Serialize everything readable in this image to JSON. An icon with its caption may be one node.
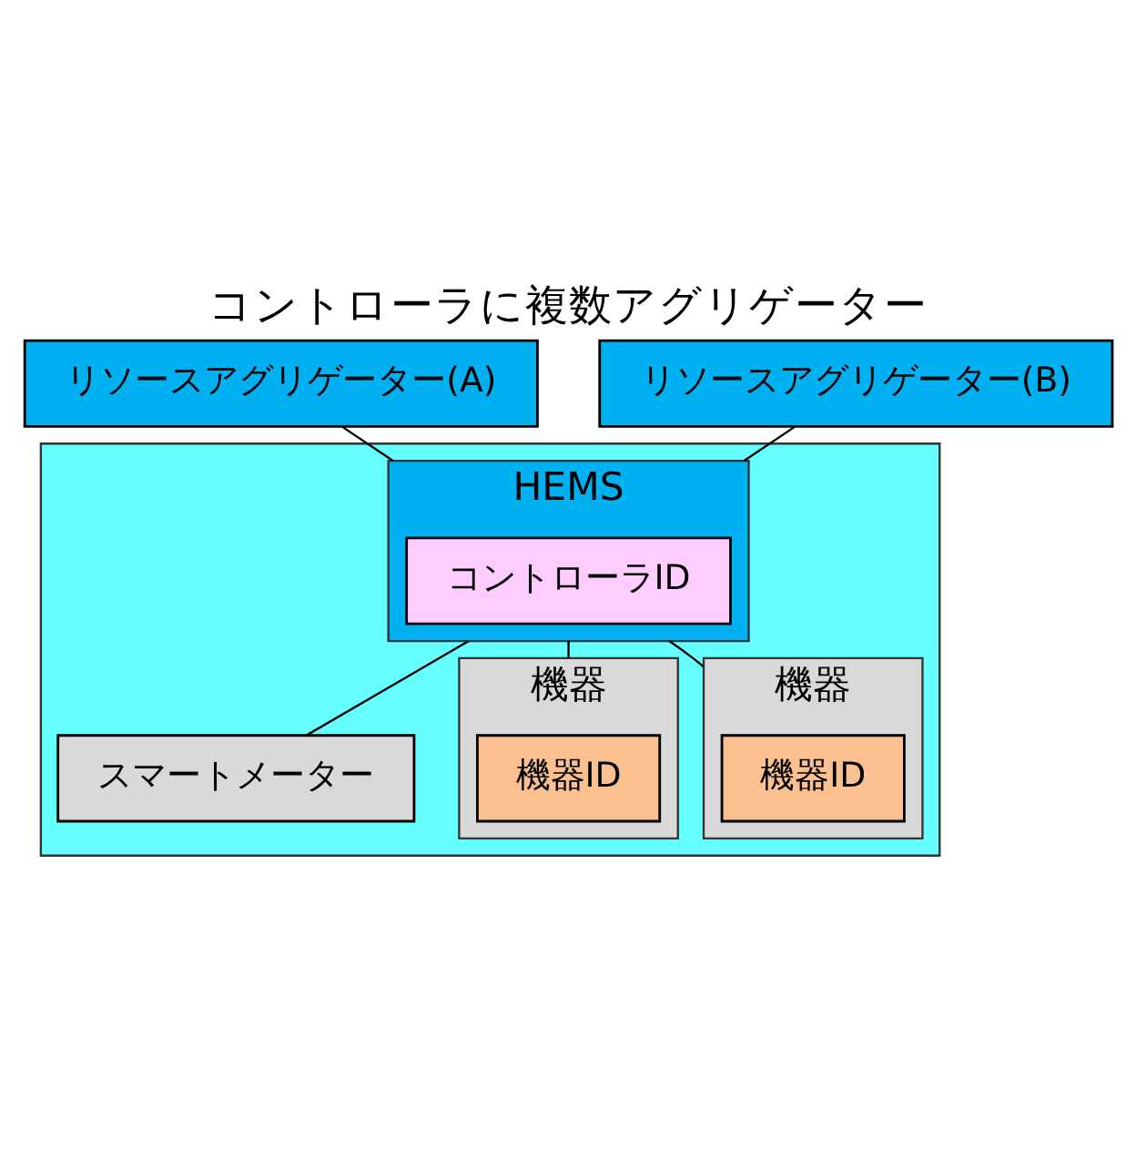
{
  "diagram": {
    "title": "コントローラに複数アグリゲーター",
    "nodes": [
      {
        "text": [
          "リソースアグリゲーター(A)"
        ]
      },
      {
        "text": [
          "リソースアグリゲーター(B)"
        ]
      },
      {
        "text": [],
        "shape": "house"
      },
      {
        "text": [
          "HEMS"
        ],
        "in": 2
      },
      {
        "text": [
          "コントローラID"
        ],
        "in": 3
      },
      {
        "text": [
          "スマートメーター"
        ],
        "in": 2
      },
      {
        "text": [
          "機器"
        ],
        "in": 2
      },
      {
        "text": [
          "機器ID"
        ],
        "in": 6
      },
      {
        "text": [
          "機器"
        ],
        "in": 2
      },
      {
        "text": [
          "機器ID"
        ],
        "in": 8
      }
    ],
    "edges": [
      {
        "from": 0,
        "to": 3,
        "arrow": "none"
      },
      {
        "from": 1,
        "to": 3,
        "arrow": "none"
      },
      {
        "from": 3,
        "to": 5,
        "arrow": "none"
      },
      {
        "from": 3,
        "to": 6,
        "arrow": "none"
      },
      {
        "from": 3,
        "to": 8,
        "arrow": "none"
      }
    ]
  }
}
